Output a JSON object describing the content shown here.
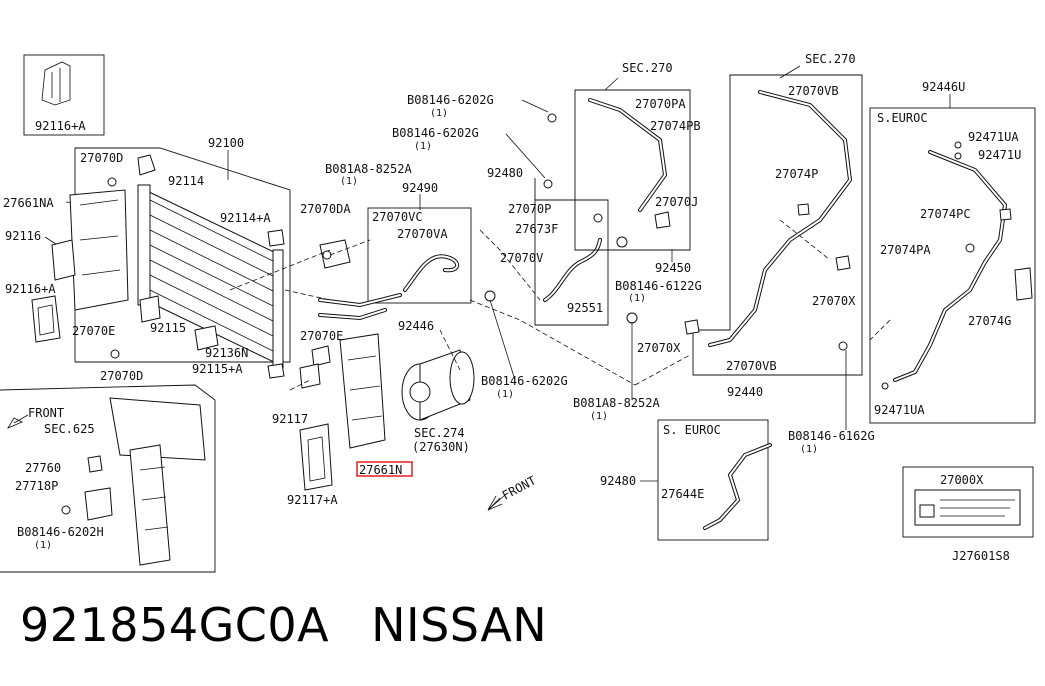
{
  "footer": {
    "part_number": "921854GC0A",
    "brand": "NISSAN"
  },
  "drawing_code": "J27601S8",
  "front_labels": [
    "FRONT",
    "FRONT"
  ],
  "boxes": {
    "s_euroc_right": "S.EUROC",
    "s_euroc_bottom": "S. EUROC",
    "label_box": "27000X"
  },
  "sections": {
    "sec270_a": "SEC.270",
    "sec270_b": "SEC.270",
    "sec625": "SEC.625",
    "sec274": "SEC.274",
    "sec274_sub": "(27630N)"
  },
  "parts": {
    "p92116a_top": "92116+A",
    "p27070d_a": "27070D",
    "p92114": "92114",
    "p92100": "92100",
    "p27661na": "27661NA",
    "p92116": "92116",
    "p92116a": "92116+A",
    "p27070e_a": "27070E",
    "p92115": "92115",
    "p92136n": "92136N",
    "p92115a": "92115+A",
    "p27070d_b": "27070D",
    "p92114a": "92114+A",
    "p27070da": "27070DA",
    "p27070vc": "27070VC",
    "p27070va": "27070VA",
    "p92446": "92446",
    "p27070e_b": "27070E",
    "p92117": "92117",
    "p92117a": "92117+A",
    "p27661n": "27661N",
    "p92490": "92490",
    "p92480_top": "92480",
    "p27070p": "27070P",
    "p27673f": "27673F",
    "p27070v": "27070V",
    "p92551": "92551",
    "p27070pa": "27070PA",
    "p27074pb": "27074PB",
    "p27070j": "27070J",
    "p92450": "92450",
    "p27070vb_top": "27070VB",
    "p27074p": "27074P",
    "p27070x_a": "27070X",
    "p27070x_b": "27070X",
    "p27070vb_bot": "27070VB",
    "p92440": "92440",
    "p92446u": "92446U",
    "p92471ua_a": "92471UA",
    "p92471u": "92471U",
    "p27074pc": "27074PC",
    "p27074pa": "27074PA",
    "p27074g": "27074G",
    "p92471ua_b": "92471UA",
    "p92480_bot": "92480",
    "p27644e": "27644E",
    "p27760": "27760",
    "p27718p": "27718P"
  },
  "bolts": {
    "b1": {
      "code": "B08146-6202G",
      "qty": "(1)"
    },
    "b2": {
      "code": "B08146-6202G",
      "qty": "(1)"
    },
    "b3": {
      "code": "B081A8-8252A",
      "qty": "(1)"
    },
    "b4": {
      "code": "B08146-6122G",
      "qty": "(1)"
    },
    "b5": {
      "code": "B08146-6202G",
      "qty": "(1)"
    },
    "b6": {
      "code": "B081A8-8252A",
      "qty": "(1)"
    },
    "b7": {
      "code": "B08146-6162G",
      "qty": "(1)"
    },
    "b8": {
      "code": "B08146-6202H",
      "qty": "(1)"
    }
  },
  "highlight_color": "#e02020"
}
